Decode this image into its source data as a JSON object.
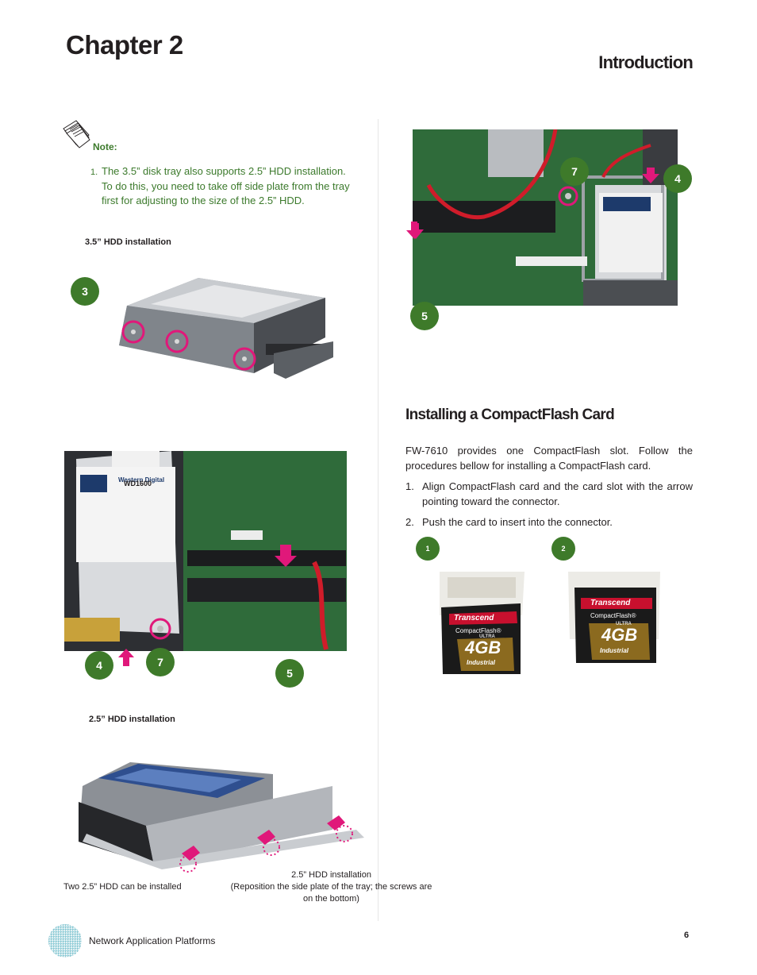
{
  "header": {
    "chapter": "Chapter 2",
    "section": "Introduction"
  },
  "note": {
    "label": "Note:",
    "items": [
      {
        "num": "1.",
        "text": "The 3.5” disk tray also supports 2.5” HDD installation. To do this, you need to take off side plate from the tray first for adjusting to the size of the 2.5” HDD."
      }
    ]
  },
  "captions": {
    "hdd35": "3.5” HDD installation",
    "hdd25": "2.5” HDD installation",
    "two_hdd": "Two 2.5” HDD can be installed",
    "reposition": "2.5” HDD installation\n(Reposition the side plate of the tray; the screws are on the bottom)"
  },
  "callouts": {
    "a": "3",
    "b1": "4",
    "b2": "7",
    "b3": "5",
    "c1": "7",
    "c2": "4",
    "c3": "5",
    "cf1": "1",
    "cf2": "2"
  },
  "photo_text": {
    "hdd_brand": "Western Digital",
    "hdd_model": "WD1600",
    "cf_brand": "Transcend",
    "cf_type": "CompactFlash®",
    "cf_capacity": "4GB",
    "cf_grade": "ULTRA",
    "cf_class": "Industrial"
  },
  "compactflash": {
    "title": "Installing a CompactFlash Card",
    "intro": "FW-7610 provides one CompactFlash slot. Follow the procedures bellow for installing a CompactFlash card.",
    "steps": [
      {
        "num": "1.",
        "text": "Align CompactFlash card and the card slot with the arrow pointing toward the connector."
      },
      {
        "num": "2.",
        "text": "Push the card to insert into the connector."
      }
    ]
  },
  "footer": {
    "text": "Network Application Platforms",
    "page": "6"
  },
  "colors": {
    "accent_green": "#3e7a2a",
    "note_green": "#3c7a2c",
    "marker_pink": "#e0187a"
  }
}
